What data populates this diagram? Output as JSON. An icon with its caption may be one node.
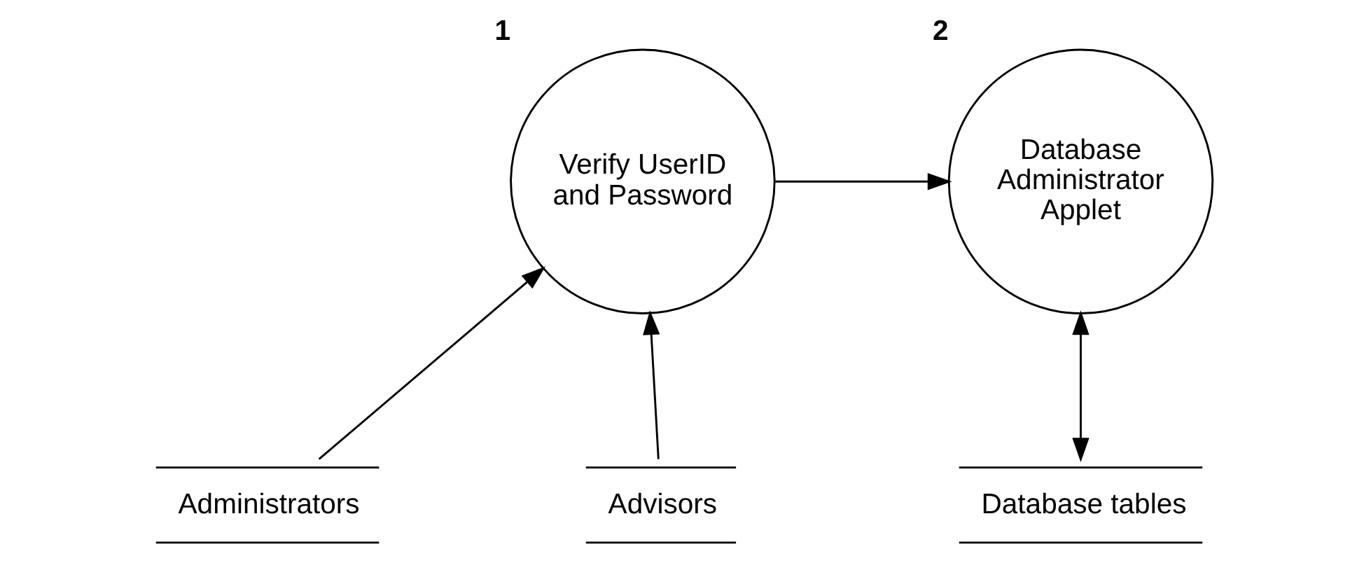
{
  "diagram": {
    "nodes": [
      {
        "text": [
          "Verify UserID and Password"
        ],
        "beside": [
          "1"
        ]
      },
      {
        "text": [
          "Database Administrator Applet"
        ],
        "beside": [
          "2"
        ]
      },
      {
        "text": [
          "Administrators"
        ]
      },
      {
        "text": [
          "Advisors"
        ]
      },
      {
        "text": [
          "Database tables"
        ]
      }
    ],
    "edges": [
      {
        "from": 0,
        "to": 1,
        "arrow": "to"
      },
      {
        "from": 2,
        "to": 0,
        "arrow": "to"
      },
      {
        "from": 3,
        "to": 0,
        "arrow": "to"
      },
      {
        "from": 1,
        "to": 4,
        "arrow": "both"
      }
    ]
  }
}
